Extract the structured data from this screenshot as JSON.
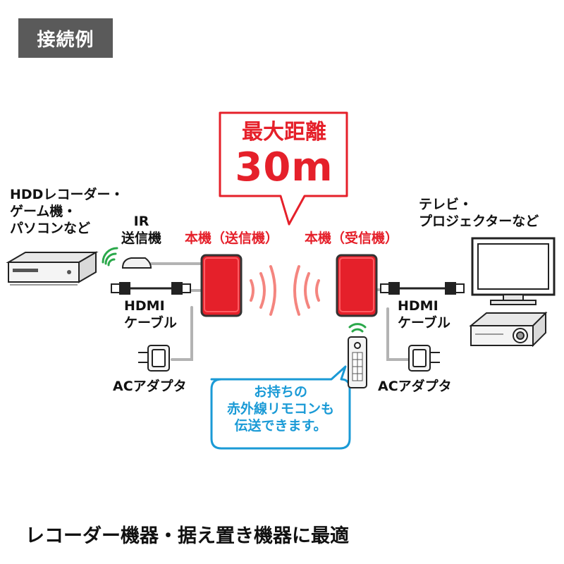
{
  "badge": "接続例",
  "max_distance": {
    "label": "最大距離",
    "value": "30m"
  },
  "source": {
    "lines": [
      "HDDレコーダー・",
      "ゲーム機・",
      "パソコンなど"
    ]
  },
  "ir_emitter": {
    "lines": [
      "IR",
      "送信機"
    ]
  },
  "transmitter": {
    "label": "本機（送信機）"
  },
  "receiver": {
    "label": "本機（受信機）"
  },
  "display": {
    "lines": [
      "テレビ・",
      "プロジェクターなど"
    ]
  },
  "hdmi_left": {
    "lines": [
      "HDMI",
      "ケーブル"
    ]
  },
  "hdmi_right": {
    "lines": [
      "HDMI",
      "ケーブル"
    ]
  },
  "ac_left": {
    "label": "ACアダプタ"
  },
  "ac_right": {
    "label": "ACアダプタ"
  },
  "ir_note": {
    "lines": [
      "お持ちの",
      "赤外線リモコンも",
      "伝送できます。"
    ]
  },
  "footer": "レコーダー機器・据え置き機器に最適",
  "icons": [
    "wifi-signal-icon",
    "ir-emitter-icon",
    "hdmi-cable-icon",
    "ac-adapter-icon",
    "remote-control-icon",
    "tv-icon",
    "projector-icon"
  ],
  "colors": {
    "accent_red": "#e5202a",
    "signal_blue": "#1a9ad6",
    "signal_green": "#2aa84a",
    "badge_gray": "#5a5a5a"
  }
}
